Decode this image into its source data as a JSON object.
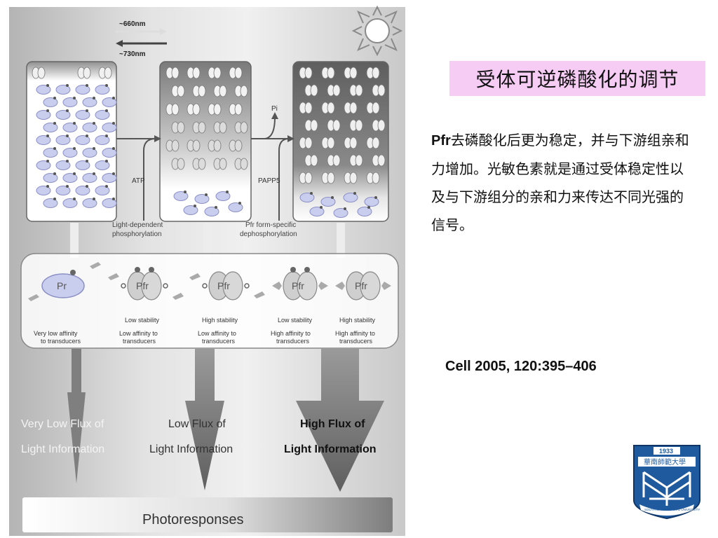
{
  "slide": {
    "title": "受体可逆磷酸化的调节",
    "paragraph_bold": "Pfr",
    "paragraph": "去磷酸化后更为稳定，并与下游组亲和力增加。光敏色素就是通过受体稳定性以及与下游组分的亲和力来传达不同光强的信号。",
    "citation": "Cell 2005, 120:395–406"
  },
  "figure": {
    "wavelength_top": "~660nm",
    "wavelength_bottom": "~730nm",
    "atp": "ATP",
    "pi": "Pi",
    "papp5": "PAPP5",
    "phos_label_1": "Light-dependent",
    "phos_label_2": "phosphorylation",
    "dephos_label_1": "Pfr form-specific",
    "dephos_label_2": "dephosphorylation",
    "forms": [
      {
        "name": "Pr",
        "stability": "",
        "affinity_1": "Very low affinity",
        "affinity_2": "to transducers"
      },
      {
        "name": "Pfr",
        "stability": "Low stability",
        "affinity_1": "Low affinity to",
        "affinity_2": "transducers"
      },
      {
        "name": "Pfr",
        "stability": "High stability",
        "affinity_1": "Low affinity to",
        "affinity_2": "transducers"
      },
      {
        "name": "Pfr",
        "stability": "Low stability",
        "affinity_1": "High affinity to",
        "affinity_2": "transducers"
      },
      {
        "name": "Pfr",
        "stability": "High stability",
        "affinity_1": "High affinity to",
        "affinity_2": "transducers"
      }
    ],
    "flux": [
      {
        "line1": "Very Low Flux of",
        "line2": "Light Information"
      },
      {
        "line1": "Low Flux of",
        "line2": "Light Information"
      },
      {
        "line1": "High Flux of",
        "line2": "Light Information"
      }
    ],
    "photoresponses": "Photoresponses"
  },
  "logo": {
    "year": "1933",
    "name_cn": "華南師範大學",
    "name_en": "SOUTH CHINA NORMAL UNIVERSITY"
  },
  "colors": {
    "title_bg": "#f6ccf5",
    "figure_bg": "#d9d9d9",
    "logo_blue": "#1f5a9e"
  }
}
